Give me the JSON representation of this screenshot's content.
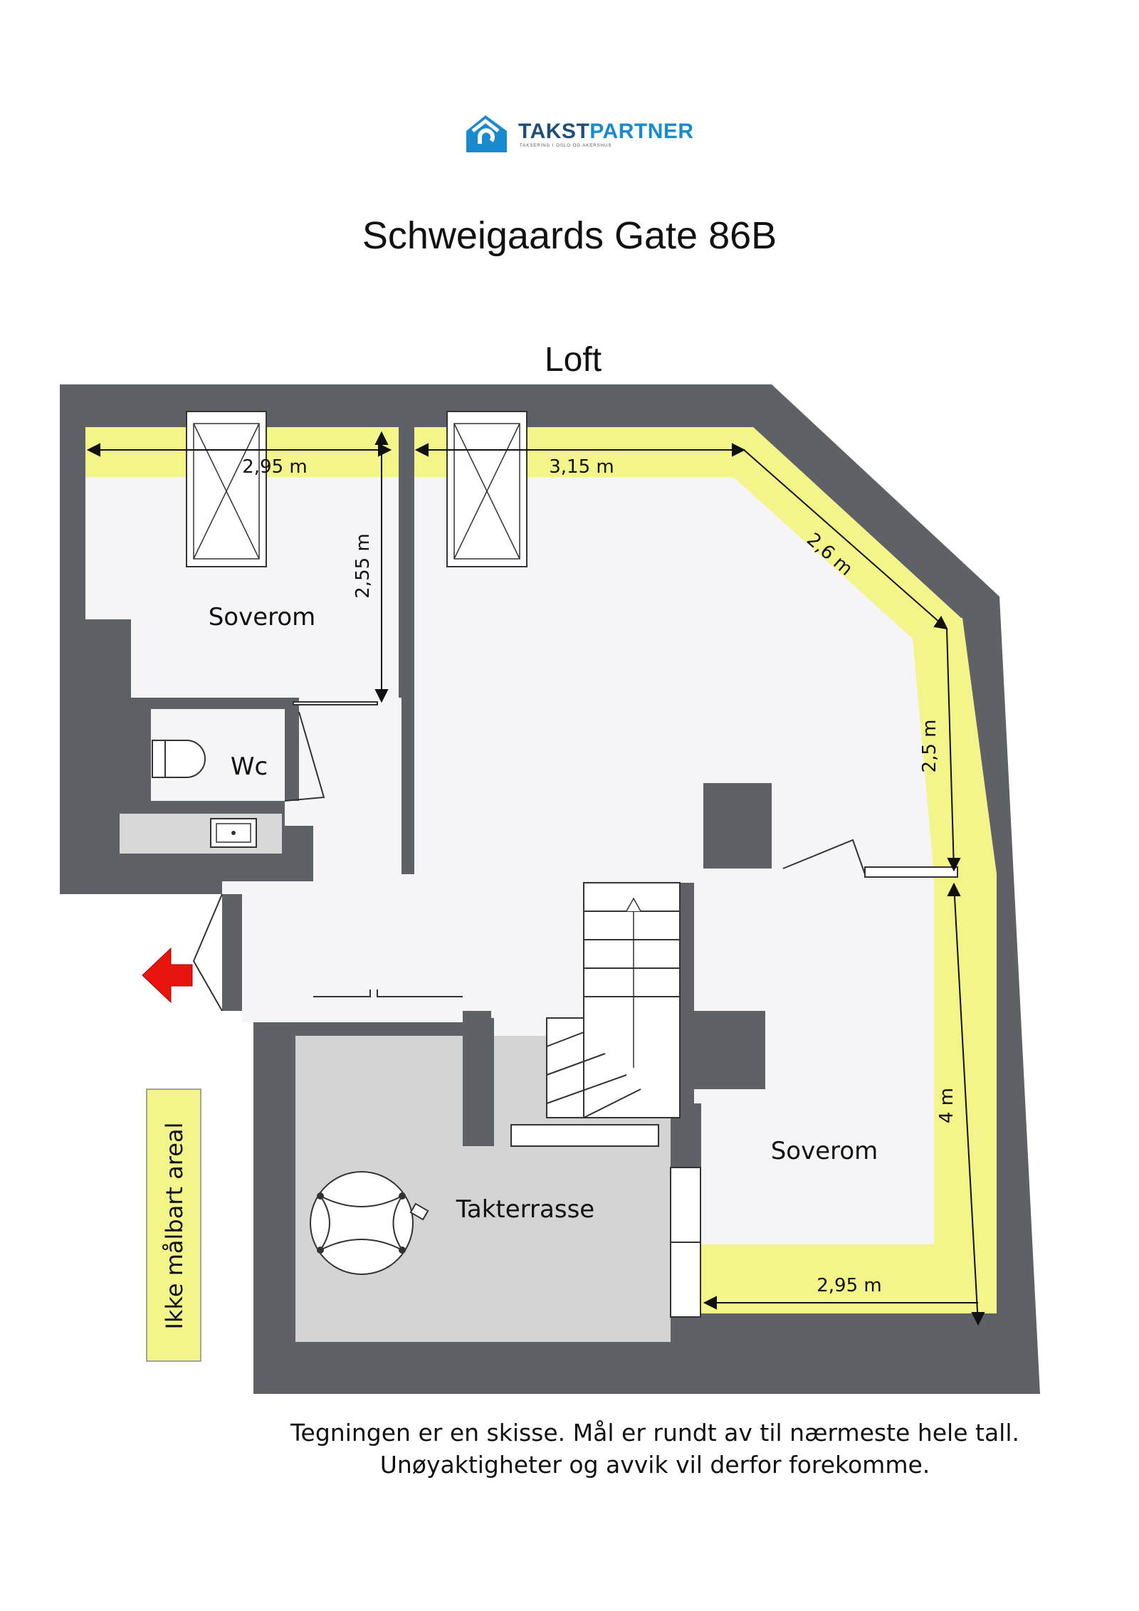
{
  "logo": {
    "brand_part1": "TAKST",
    "brand_part2": "PARTNER",
    "tagline": "TAKSERING I OSLO OG AKERSHUS",
    "color_dark": "#1f4e79",
    "color_light": "#1a8ad0"
  },
  "title": "Schweigaards Gate 86B",
  "floor_label": "Loft",
  "rooms": {
    "bedroom_top_left": "Soverom",
    "wc": "Wc",
    "bedroom_right": "Soverom",
    "roof_terrace": "Takterrasse"
  },
  "dimensions": {
    "top_left_width": "2,95 m",
    "top_left_depth": "2,55 m",
    "top_middle_width": "3,15 m",
    "diagonal": "2,6 m",
    "right_upper": "2,5 m",
    "right_lower": "4 m",
    "bottom_right_width": "2,95 m"
  },
  "side_note": "Ikke målbart areal",
  "entrance_marker": "entrance-arrow",
  "disclaimer": {
    "line1": "Tegningen er en skisse. Mål er rundt av til nærmeste hele tall.",
    "line2": "Unøyaktigheter og avvik vil derfor forekomme."
  },
  "colors": {
    "wall": "#5e6166",
    "floor": "#f5f5f7",
    "terrace": "#d4d4d4",
    "low_ceiling": "#f3f58a",
    "arrow": "#e8150f"
  }
}
